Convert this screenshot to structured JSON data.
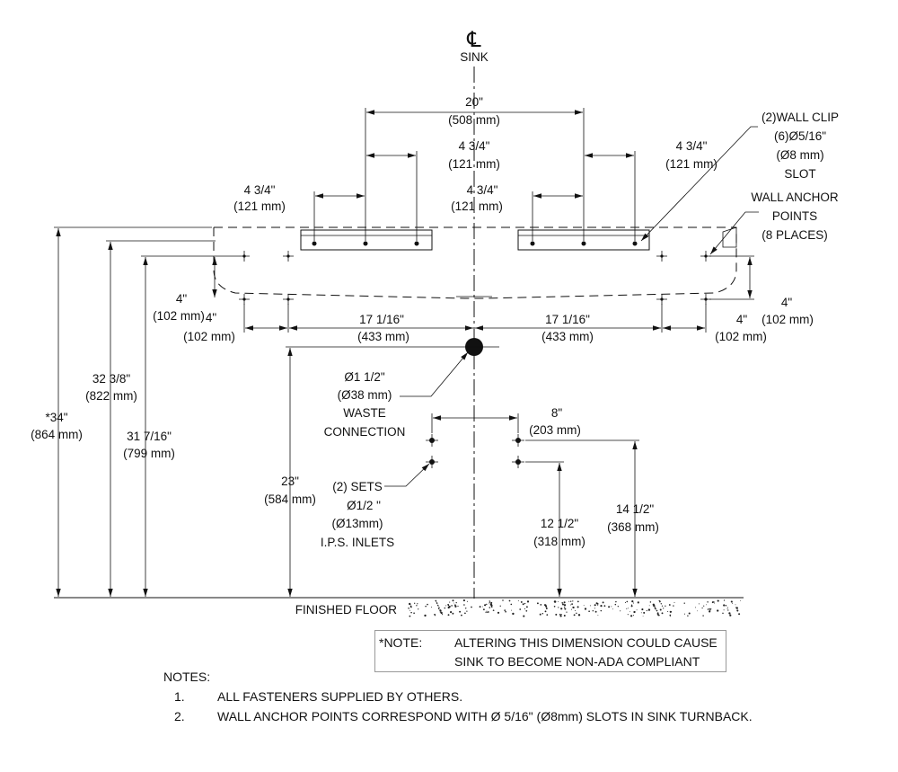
{
  "centerline": {
    "symbol": "℄",
    "label": "SINK"
  },
  "dimensions": {
    "top_width": {
      "imperial": "20\"",
      "metric": "(508 mm)"
    },
    "clip_spacing_left": {
      "imperial": "4 3/4\"",
      "metric": "(121 mm)"
    },
    "clip_spacing_right": {
      "imperial": "4 3/4\"",
      "metric": "(121 mm)"
    },
    "clip_spacing_center": {
      "imperial": "4 3/4\"",
      "metric": "(121 mm)"
    },
    "clip_offset_left": {
      "imperial": "4 3/4\"",
      "metric": "(121 mm)"
    },
    "anchor_vertical": {
      "imperial": "4\"",
      "metric": "(102 mm)"
    },
    "anchor_left_offset": {
      "imperial": "4\"",
      "metric": "(102 mm)"
    },
    "anchor_left_span": {
      "imperial": "17 1/16\"",
      "metric": "(433 mm)"
    },
    "anchor_right_span": {
      "imperial": "17 1/16\"",
      "metric": "(433 mm)"
    },
    "anchor_right_offset": {
      "imperial": "4\"",
      "metric": "(102 mm)"
    },
    "anchor_right_vertical": {
      "imperial": "4\"",
      "metric": "(102 mm)"
    },
    "overall_height": {
      "imperial": "*34\"",
      "metric": "(864 mm)"
    },
    "rim_height": {
      "imperial": "32 3/8\"",
      "metric": "(822 mm)"
    },
    "clip_height": {
      "imperial": "31 7/16\"",
      "metric": "(799 mm)"
    },
    "waste_height": {
      "imperial": "23\"",
      "metric": "(584 mm)"
    },
    "inlet_spacing": {
      "imperial": "8\"",
      "metric": "(203 mm)"
    },
    "inlet_low_height": {
      "imperial": "12 1/2\"",
      "metric": "(318 mm)"
    },
    "inlet_high_height": {
      "imperial": "14 1/2\"",
      "metric": "(368 mm)"
    }
  },
  "callouts": {
    "wall_clip": [
      "(2)WALL CLIP",
      "(6)Ø5/16\"",
      "(Ø8 mm)",
      "SLOT"
    ],
    "wall_anchor": [
      "WALL ANCHOR",
      "POINTS",
      "(8 PLACES)"
    ],
    "waste": [
      "Ø1  1/2\"",
      "(Ø38 mm)",
      "WASTE",
      "CONNECTION"
    ],
    "inlets": [
      "(2) SETS",
      "Ø1/2 \"",
      "(Ø13mm)",
      "I.P.S.  INLETS"
    ]
  },
  "floor_label": "FINISHED FLOOR",
  "note_box": {
    "label": "*NOTE:",
    "line1": "ALTERING THIS DIMENSION COULD CAUSE",
    "line2": "SINK TO BECOME NON-ADA COMPLIANT"
  },
  "notes": {
    "title": "NOTES:",
    "items": [
      {
        "num": "1.",
        "text": "ALL FASTENERS SUPPLIED BY OTHERS."
      },
      {
        "num": "2.",
        "text": "WALL ANCHOR POINTS CORRESPOND WITH Ø 5/16\" (Ø8mm) SLOTS IN SINK TURNBACK."
      }
    ]
  }
}
